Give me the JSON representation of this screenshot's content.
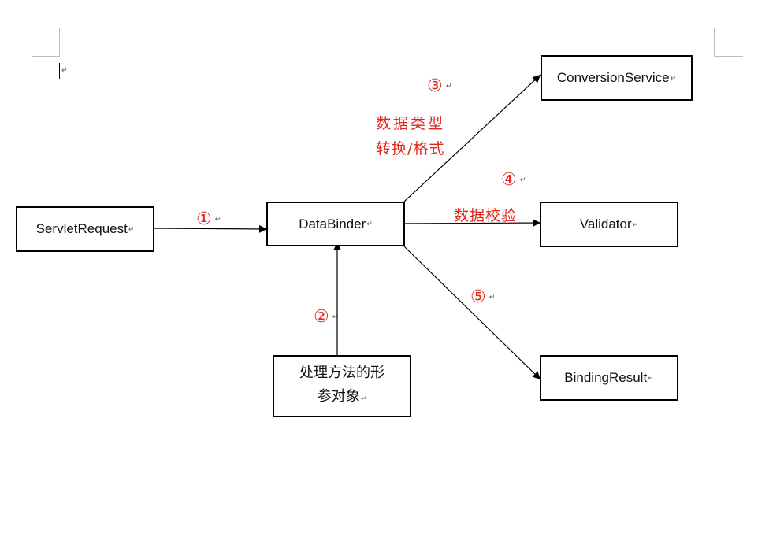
{
  "boxes": {
    "servlet_request": "ServletRequest",
    "data_binder": "DataBinder",
    "conversion_service": "ConversionService",
    "validator": "Validator",
    "binding_result": "BindingResult",
    "method_param_line1": "处理方法的形",
    "method_param_line2": "参对象"
  },
  "steps": {
    "s1": "①",
    "s2": "②",
    "s3": "③",
    "s4": "④",
    "s5": "⑤"
  },
  "annotations": {
    "conversion_line1": "数据类型",
    "conversion_line2": "转换/格式",
    "validation": "数据校验"
  },
  "paragraph_mark": "↵",
  "colors": {
    "annotation": "#e1261c",
    "border": "#000000",
    "page_corner": "#bdbdbd"
  }
}
